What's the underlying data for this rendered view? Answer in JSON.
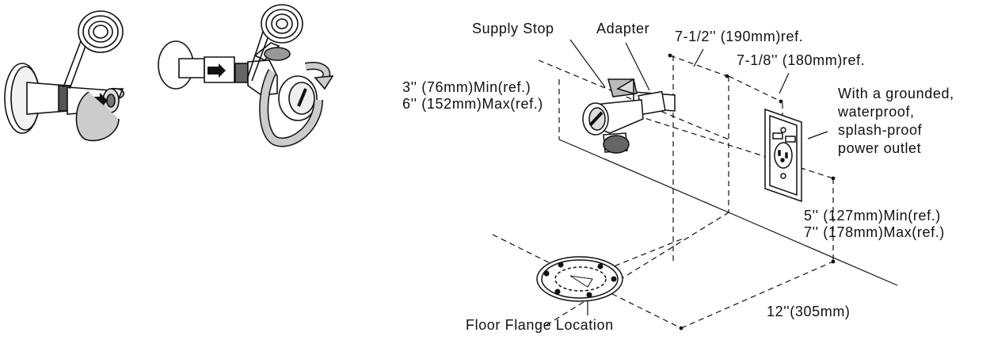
{
  "labels": {
    "supply_stop": "Supply Stop",
    "adapter": "Adapter",
    "dim_7_1_2": "7-1/2'' (190mm)ref.",
    "dim_7_1_8": "7-1/8'' (180mm)ref.",
    "height_min": "3'' (76mm)Min(ref.)",
    "height_max": "6'' (152mm)Max(ref.)",
    "outlet_line1": "With a grounded,",
    "outlet_line2": "waterproof,",
    "outlet_line3": "splash-proof",
    "outlet_line4": "power outlet",
    "outlet_min": "5'' (127mm)Min(ref.)",
    "outlet_max": "7'' (178mm)Max(ref.)",
    "dim_12": "12''(305mm)",
    "floor_flange": "Floor Flange Location"
  }
}
